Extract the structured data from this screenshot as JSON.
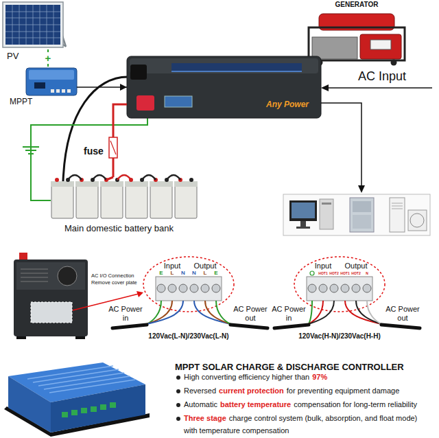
{
  "diagram": {
    "nodes": [
      {
        "text": [
          "PV"
        ]
      },
      {
        "text": [
          "MPPT"
        ]
      },
      {
        "text": [
          "GENERATOR"
        ]
      },
      {
        "text": [
          "Any Power"
        ]
      },
      {
        "text": [
          "Main domestic battery bank"
        ]
      }
    ],
    "edges": [
      {
        "from": 0,
        "to": 1,
        "arrow": "none",
        "label": "+"
      },
      {
        "from": 1,
        "to": 3,
        "arrow": "to"
      },
      {
        "from": 4,
        "to": 3,
        "arrow": "none"
      }
    ],
    "labels": [
      "AC Input",
      "fuse",
      "AC I/O Connection",
      "Remove cover plate",
      "Input",
      "Output",
      "E",
      "L",
      "N",
      "N",
      "L",
      "E",
      "AC Power in",
      "AC Power out",
      "120Vac(L-N)/230Vac(L-N)",
      "Input",
      "Output",
      "HOT1",
      "HOT2",
      "HOT1",
      "HOT2",
      "N",
      "AC Power in",
      "AC Power out",
      "120Vac(H-N)/230Vac(H-H)",
      "MPPT SOLAR CHARGE & DISCHARGE CONTROLLER",
      "High converting efficiency higher than",
      "97%",
      "Reversed",
      "current protection",
      "for preventing equipment damage",
      "Automatic",
      "battery temperature",
      "compensation for long-term reliability",
      "Three stage",
      "charge control system (bulk, absorption, and float mode)",
      "with temperature compensation"
    ]
  }
}
